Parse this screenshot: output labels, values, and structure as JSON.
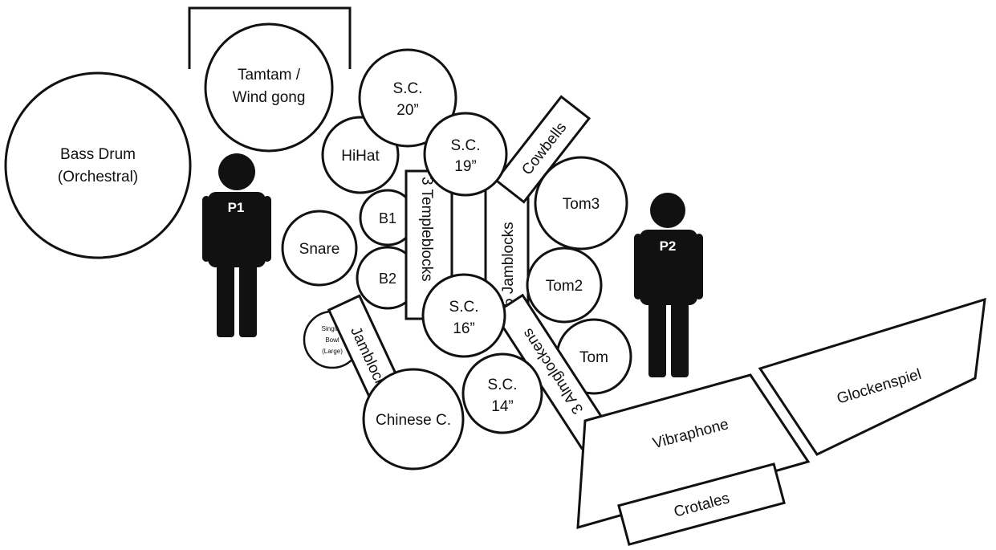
{
  "labels": {
    "bass_drum": [
      "Bass Drum",
      "(Orchestral)"
    ],
    "tamtam": [
      "Tamtam /",
      "Wind gong"
    ],
    "sc20": [
      "S.C.",
      "20”"
    ],
    "hihat": "HiHat",
    "sc19": [
      "S.C.",
      "19”"
    ],
    "cowbells": "Cowbells",
    "tom3": "Tom3",
    "templeblocks": "3 Templeblocks",
    "jamblocks": "5 Jamblocks",
    "b1": "B1",
    "snare": "Snare",
    "b2": "B2",
    "sc16": [
      "S.C.",
      "16”"
    ],
    "tom2": "Tom2",
    "singing_bowl": [
      "Singing",
      "Bowl",
      "(Large)"
    ],
    "jamblock2": "Jamblock (2)",
    "almglocken": "3 Almglockens",
    "tom": "Tom",
    "sc14": [
      "S.C.",
      "14”"
    ],
    "chinese": "Chinese C.",
    "vibraphone": "Vibraphone",
    "glockenspiel": "Glockenspiel",
    "crotales": "Crotales"
  },
  "players": {
    "p1": "P1",
    "p2": "P2"
  }
}
